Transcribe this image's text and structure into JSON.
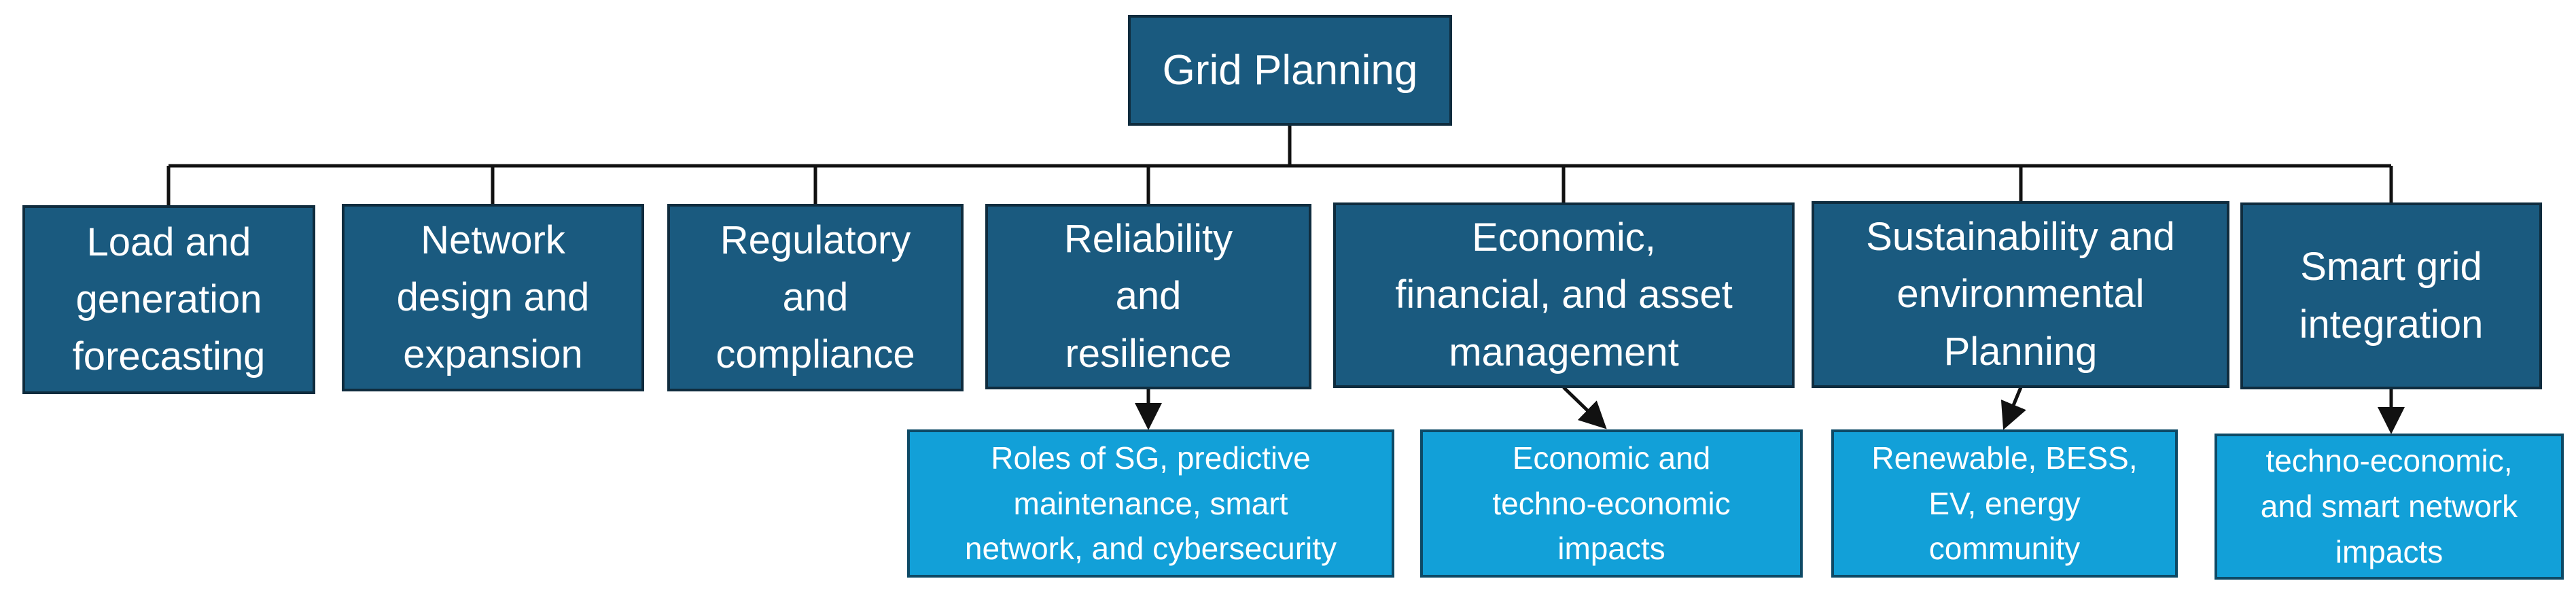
{
  "diagram": {
    "root": "Grid Planning",
    "categories": [
      {
        "label": "Load and\ngeneration\nforecasting"
      },
      {
        "label": "Network\ndesign and\nexpansion"
      },
      {
        "label": "Regulatory\nand\ncompliance"
      },
      {
        "label": "Reliability\nand\nresilience"
      },
      {
        "label": "Economic,\nfinancial, and asset\nmanagement"
      },
      {
        "label": "Sustainability and\nenvironmental\nPlanning"
      },
      {
        "label": "Smart grid\nintegration"
      }
    ],
    "details": [
      {
        "label": "Roles of SG, predictive\nmaintenance, smart\nnetwork, and cybersecurity"
      },
      {
        "label": "Economic and\ntechno-economic\nimpacts"
      },
      {
        "label": "Renewable, BESS,\nEV, energy\ncommunity"
      },
      {
        "label": "techno-economic,\nand smart network\nimpacts"
      }
    ],
    "colors": {
      "category_fill": "#1a5a7f",
      "detail_fill": "#12a0d8",
      "connector": "#111111"
    }
  }
}
